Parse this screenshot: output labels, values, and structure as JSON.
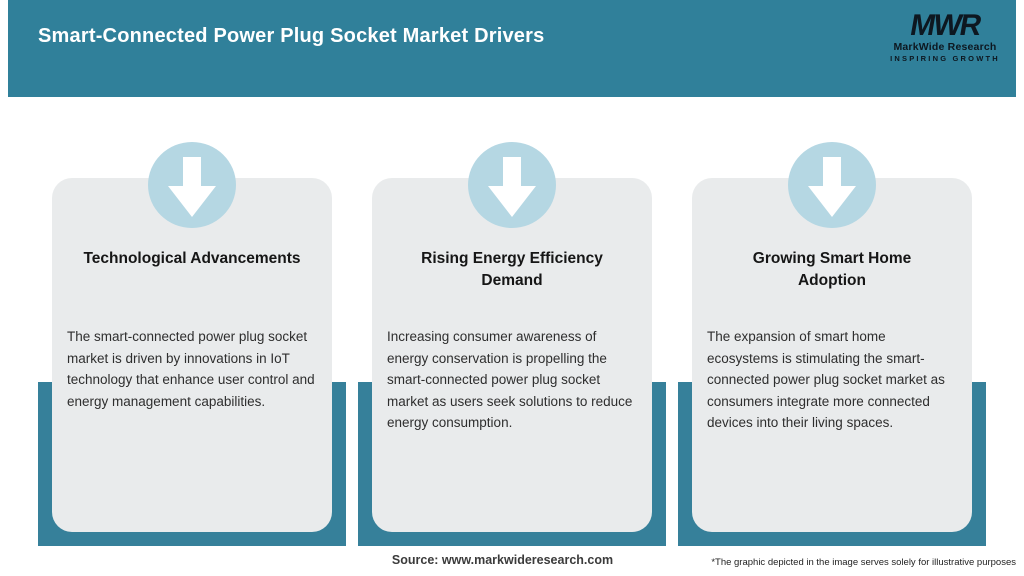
{
  "header": {
    "title": "Smart-Connected Power Plug Socket Market Drivers",
    "logo": {
      "monogram": "MWR",
      "name": "MarkWide Research",
      "tagline": "INSPIRING GROWTH"
    }
  },
  "cards": [
    {
      "icon": "down-arrow-icon",
      "title_lines": [
        "Technological Advancements",
        ""
      ],
      "description": "The smart-connected power plug socket market is driven by innovations in IoT technology that enhance user control and energy management capabilities."
    },
    {
      "icon": "down-arrow-icon",
      "title_lines": [
        "Rising Energy Efficiency",
        "Demand"
      ],
      "description": "Increasing consumer awareness of energy conservation is propelling the smart-connected power plug socket market as users seek solutions to reduce energy consumption."
    },
    {
      "icon": "down-arrow-icon",
      "title_lines": [
        "Growing Smart Home",
        "Adoption"
      ],
      "description": "The expansion of smart home ecosystems is stimulating the smart-connected power plug socket market as consumers integrate more connected devices into their living spaces."
    }
  ],
  "footer": {
    "source": "Source: www.markwideresearch.com",
    "disclaimer": "*The graphic depicted in the image serves solely for illustrative purposes"
  },
  "colors": {
    "teal_header": "#30809a",
    "teal_band": "#36809a",
    "circle_blue": "#b5d7e3",
    "card_gray": "#e9ebec",
    "title_text": "#161616",
    "white": "#ffffff"
  }
}
